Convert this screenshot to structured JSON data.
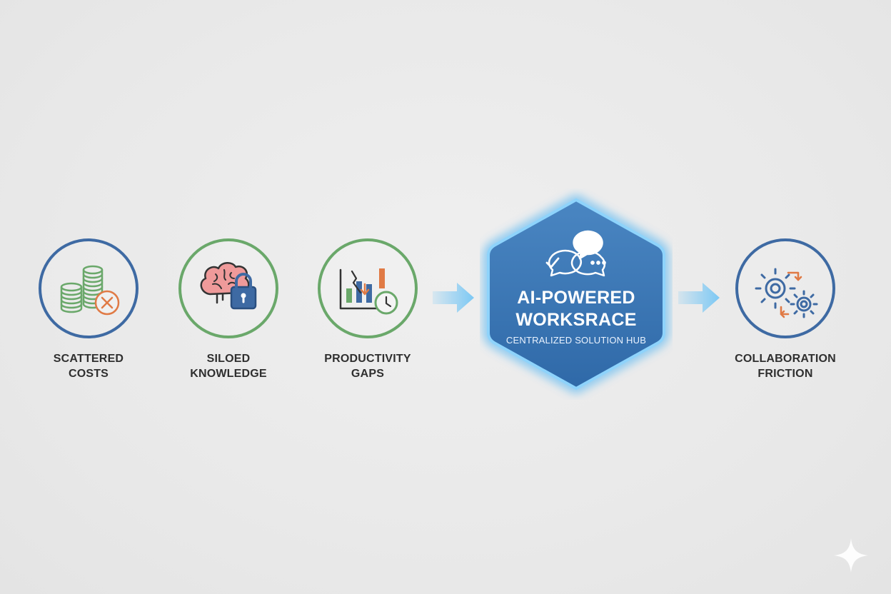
{
  "steps": [
    {
      "line1": "SCATTERED",
      "line2": "COSTS",
      "icon": "coins-x-icon",
      "ring_color": "#3e6aa3"
    },
    {
      "line1": "SILOED",
      "line2": "KNOWLEDGE",
      "icon": "brain-lock-icon",
      "ring_color": "#6aa86a"
    },
    {
      "line1": "PRODUCTIVITY",
      "line2": "GAPS",
      "icon": "chart-clock-icon",
      "ring_color": "#6aa86a"
    },
    {
      "line1": "COLLABORATION",
      "line2": "FRICTION",
      "icon": "gears-icon",
      "ring_color": "#3e6aa3"
    }
  ],
  "hub": {
    "title_line1": "AI-POWERED",
    "title_line2": "WORKSRACE",
    "subtitle": "CENTRALIZED SOLUTION HUB",
    "icon": "chat-bubbles-icon",
    "fill_color": "#3f79b5",
    "glow_color": "#5bb8f2"
  },
  "colors": {
    "green": "#6aa86a",
    "blue": "#3e6aa3",
    "orange": "#e07a45",
    "arrow": "#7cc8f4"
  }
}
